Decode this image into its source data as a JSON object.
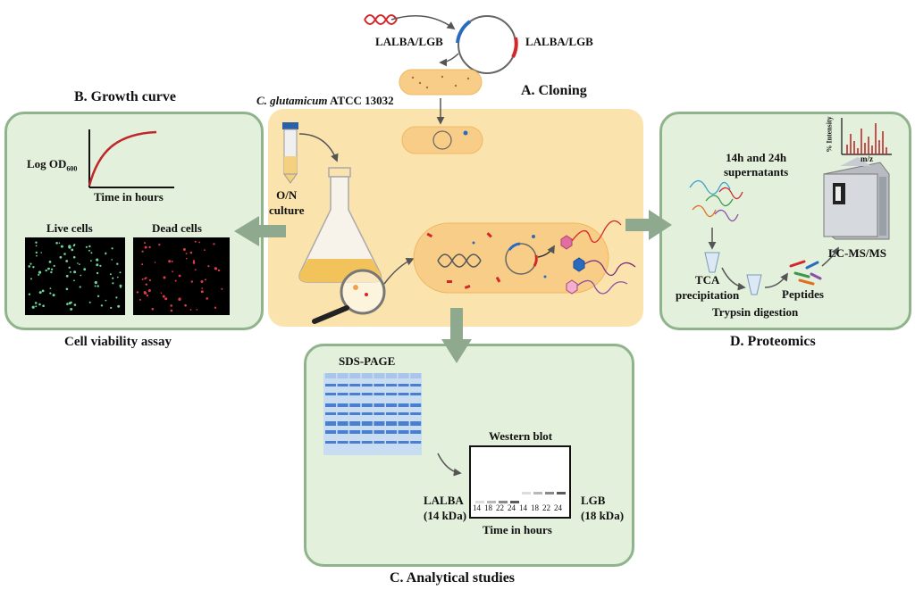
{
  "cloning": {
    "title": "A. Cloning",
    "gene_label": "LALBA/LGB",
    "plasmid_label": "LALBA/LGB",
    "strain_italic": "C. glutamicum",
    "strain_rest": " ATCC 13032",
    "on_line1": "O/N",
    "on_line2": "culture"
  },
  "growth": {
    "title": "B. Growth curve",
    "ylabel_main": "Log OD",
    "ylabel_sub": "600",
    "xlabel": "Time in hours",
    "live_label": "Live cells",
    "dead_label": "Dead cells",
    "assay_label": "Cell viability assay"
  },
  "analytical": {
    "title": "C. Analytical studies",
    "sds_label": "SDS-PAGE",
    "wb_label": "Western blot",
    "lalba_line1": "LALBA",
    "lalba_line2": "(14 kDa)",
    "lgb_line1": "LGB",
    "lgb_line2": "(18 kDa)",
    "lane_numbers": [
      "14",
      "18",
      "22",
      "24",
      "14",
      "18",
      "22",
      "24"
    ],
    "time_label": "Time in hours"
  },
  "proteomics": {
    "title": "D. Proteomics",
    "sup_line1": "14h and 24h",
    "sup_line2": "supernatants",
    "tca_line1": "TCA",
    "tca_line2": "precipitation",
    "trypsin_label": "Trypsin digestion",
    "peptides_label": "Peptides",
    "lcms_label": "LC-MS/MS",
    "intensity_label": "% Intensity",
    "mz_label": "m/z"
  },
  "colors": {
    "panel_fill": "#e3f0dc",
    "panel_border": "#8fb48b",
    "center_fill": "#fbe3ad",
    "arrow": "#8fa98e",
    "curve": "#c0272d",
    "gel_band": "#4a7fd0"
  }
}
